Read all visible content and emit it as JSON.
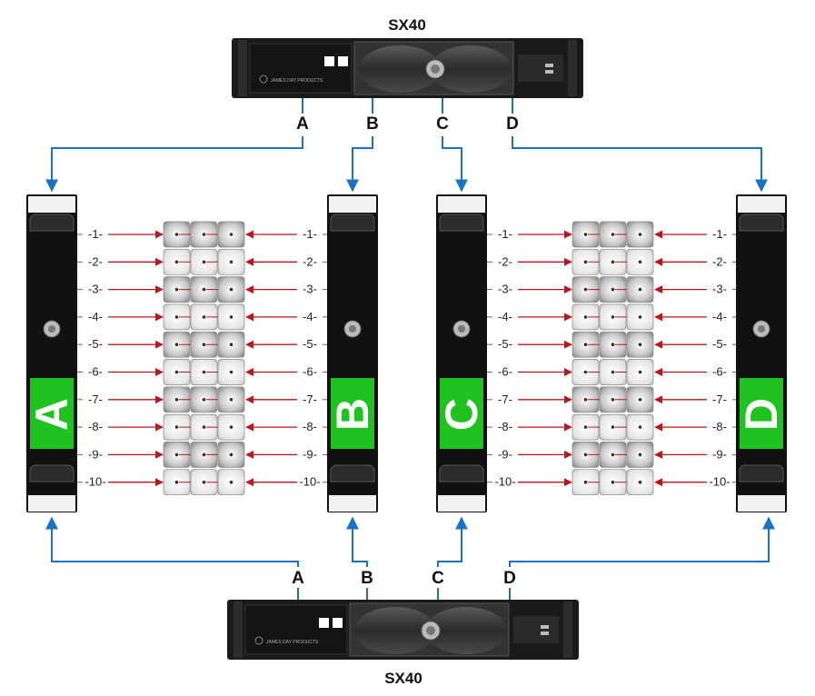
{
  "top_amp": {
    "title": "SX40",
    "brand_text": "JAMES DAY PRODUCTS"
  },
  "bottom_amp": {
    "title": "SX40",
    "brand_text": "JAMES DAY PRODUCTS"
  },
  "channels": [
    "A",
    "B",
    "C",
    "D"
  ],
  "rails": [
    {
      "label": "A",
      "color": "#1fc21f"
    },
    {
      "label": "B",
      "color": "#1fc21f"
    },
    {
      "label": "C",
      "color": "#1fc21f"
    },
    {
      "label": "D",
      "color": "#1fc21f"
    }
  ],
  "outputs": [
    "1",
    "2",
    "3",
    "4",
    "5",
    "6",
    "7",
    "8",
    "9",
    "10"
  ],
  "colors": {
    "link": "#1a73c2",
    "arrow": "#c0141c",
    "chassis": "#1a1a1a",
    "badge": "#1fc21f"
  }
}
